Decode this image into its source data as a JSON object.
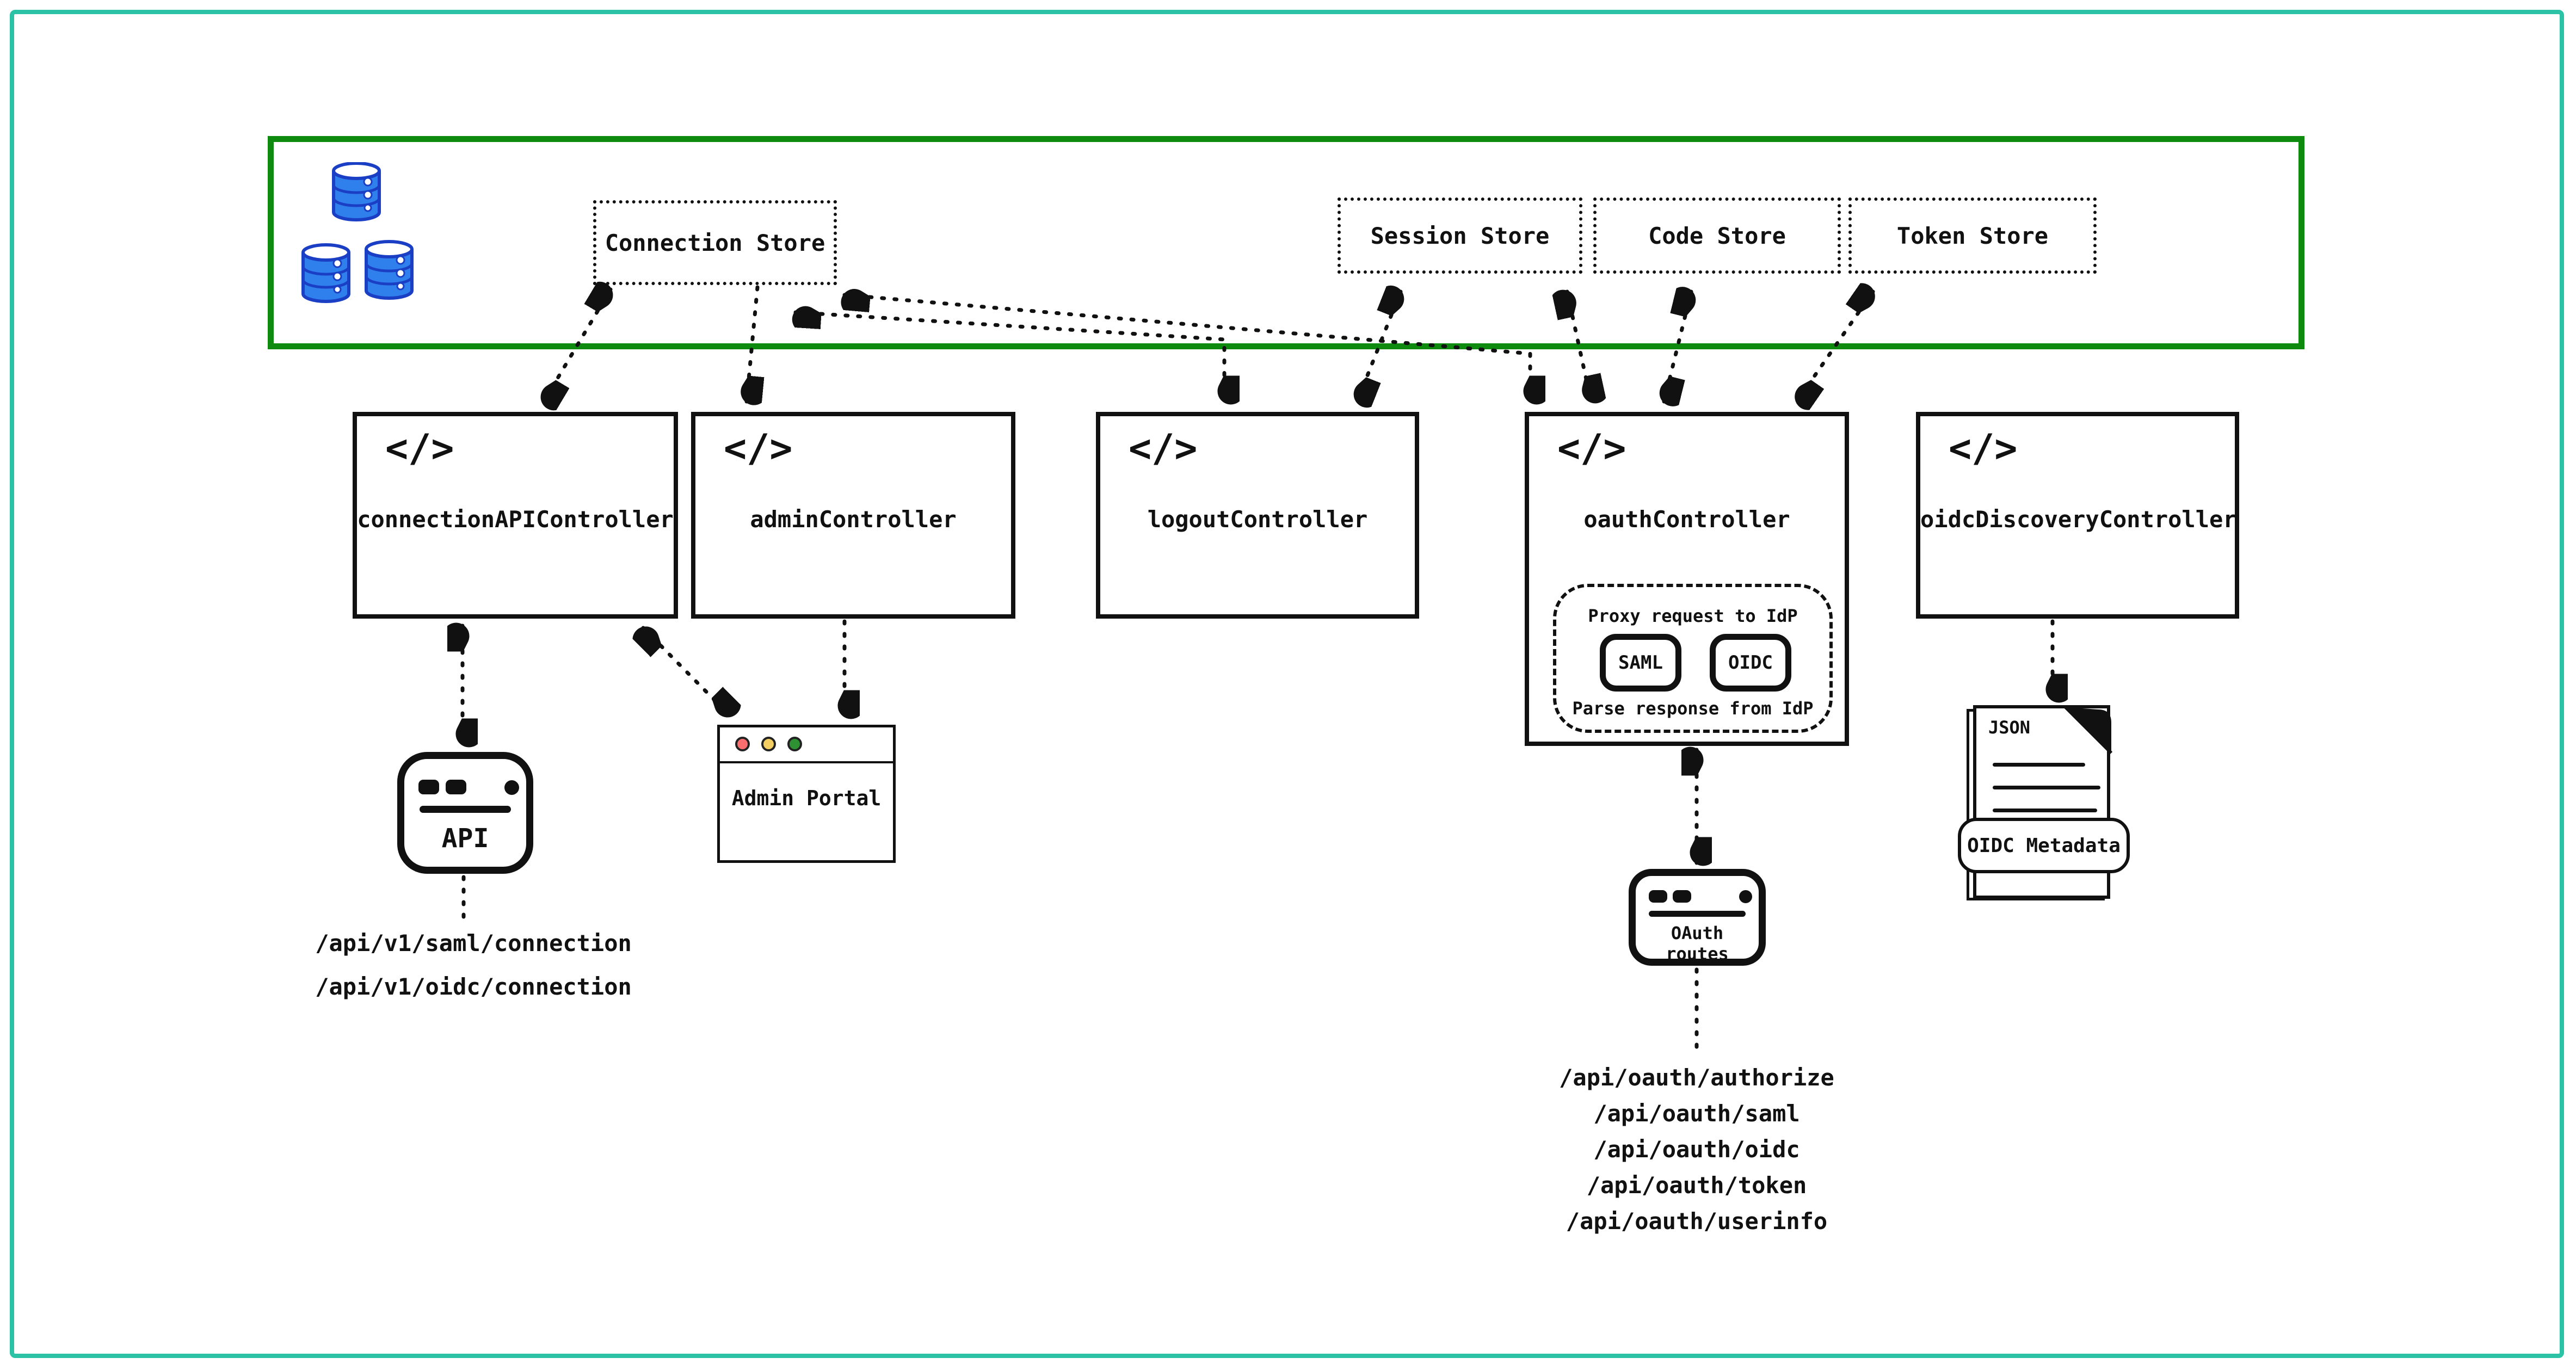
{
  "diagram": {
    "stores": [
      {
        "label": "Connection Store"
      },
      {
        "label": "Session Store"
      },
      {
        "label": "Code Store"
      },
      {
        "label": "Token Store"
      }
    ],
    "controllers": [
      {
        "label": "connectionAPIController"
      },
      {
        "label": "adminController"
      },
      {
        "label": "logoutController"
      },
      {
        "label": "oauthController"
      },
      {
        "label": "oidcDiscoveryController"
      }
    ],
    "code_icon_glyph": "</>",
    "oauth_internal": {
      "title": "Proxy request to IdP",
      "protocols": [
        "SAML",
        "OIDC"
      ],
      "footer": "Parse response from IdP"
    },
    "api_client": {
      "label": "API",
      "endpoints": [
        "/api/v1/saml/connection",
        "/api/v1/oidc/connection"
      ]
    },
    "admin_portal": {
      "label": "Admin Portal"
    },
    "oauth_routes": {
      "label": "OAuth routes",
      "endpoints": [
        "/api/oauth/authorize",
        "/api/oauth/saml",
        "/api/oauth/oidc",
        "/api/oauth/token",
        "/api/oauth/userinfo"
      ]
    },
    "oidc_metadata": {
      "file_type": "JSON",
      "label": "OIDC Metadata"
    },
    "icons": {
      "database": "database-stack-icon",
      "code": "code-icon",
      "browser_window": "browser-window-icon",
      "document": "json-document-icon"
    },
    "colors": {
      "outer_border": "#2cc2a5",
      "zone_border": "#0e8a0e",
      "line": "#111111",
      "db_fill": "#2f80ed",
      "db_stroke": "#1b3fc4",
      "traffic_red": "#f96f6f",
      "traffic_yellow": "#f3cf63",
      "traffic_green": "#2e9233"
    }
  }
}
